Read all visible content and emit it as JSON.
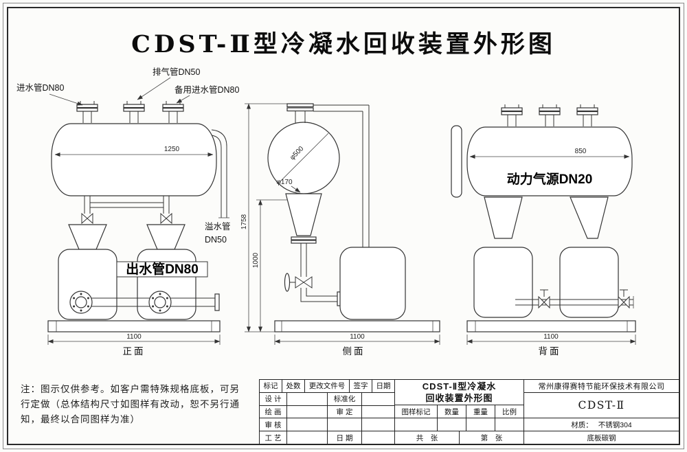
{
  "title": "CDST-Ⅱ型冷凝水回收装置外形图",
  "views": {
    "front": {
      "label": "正面",
      "dim_tank": "1250",
      "dim_base": "1100",
      "pipe_inlet": "进水管DN80",
      "pipe_exhaust": "排气管DN50",
      "pipe_backup_inlet": "备用进水管DN80",
      "pipe_overflow_line1": "溢水管",
      "pipe_overflow_line2": "DN50",
      "pipe_outlet": "出水管DN80"
    },
    "side": {
      "label": "侧面",
      "dim_diameter": "φ500",
      "dim_pipe": "φ170",
      "dim_height_total": "1758",
      "dim_height_lower": "1000",
      "dim_base": "1100"
    },
    "back": {
      "label": "背面",
      "dim_tank": "850",
      "dim_base": "1100",
      "pipe_air": "动力气源DN20"
    }
  },
  "note": {
    "line1": "注：图示仅供参考。如客户需特殊规格底板，可另",
    "line2": "行定做（总体结构尺寸如图样有改动，恕不另行通",
    "line3": "知，最终以合同图样为准）"
  },
  "titleblock": {
    "company": "常州康得赛特节能环保技术有限公司",
    "drawing_title_line1": "CDST-Ⅱ型冷凝水",
    "drawing_title_line2": "回收装置外形图",
    "model": "CDST-Ⅱ",
    "material_label": "材质：",
    "material_value": "不锈钢304",
    "base_material": "底板碳钢",
    "rev_headers": [
      "标记",
      "处数",
      "更改文件号",
      "签字",
      "日期"
    ],
    "roles": {
      "design": "设 计",
      "standardize": "标准化",
      "draw": "绘 画",
      "approve": "审 定",
      "check": "审 核",
      "process": "工 艺",
      "date": "日 期"
    },
    "meta_headers": [
      "图样标记",
      "数量",
      "重量",
      "比例"
    ],
    "sheet_total": "共　张",
    "sheet_no": "第　张"
  }
}
